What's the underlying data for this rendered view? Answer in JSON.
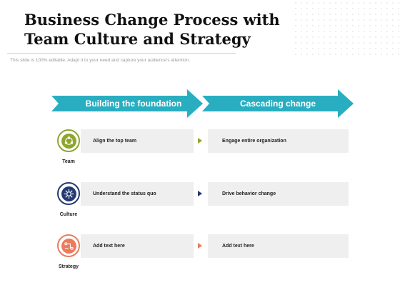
{
  "slide": {
    "title": "Business Change Process with Team Culture and Strategy",
    "subtitle": "This slide is 100% editable. Adapt it to your need and capture your audience's attention."
  },
  "arrows": [
    {
      "label": "Building the foundation"
    },
    {
      "label": "Cascading change"
    }
  ],
  "colors": {
    "arrow": "#29aec1",
    "team": "#8fa52e",
    "culture": "#243a73",
    "strategy": "#ea7c5c",
    "box": "#efefef"
  },
  "rows": [
    {
      "label": "Team",
      "icon": "team-network-icon",
      "left_text": "Align the top team",
      "right_text": "Engage entire organization"
    },
    {
      "label": "Culture",
      "icon": "culture-globe-icon",
      "left_text": "Understand the status quo",
      "right_text": "Drive behavior change"
    },
    {
      "label": "Strategy",
      "icon": "strategy-flow-icon",
      "left_text": "Add text here",
      "right_text": "Add text here"
    }
  ]
}
